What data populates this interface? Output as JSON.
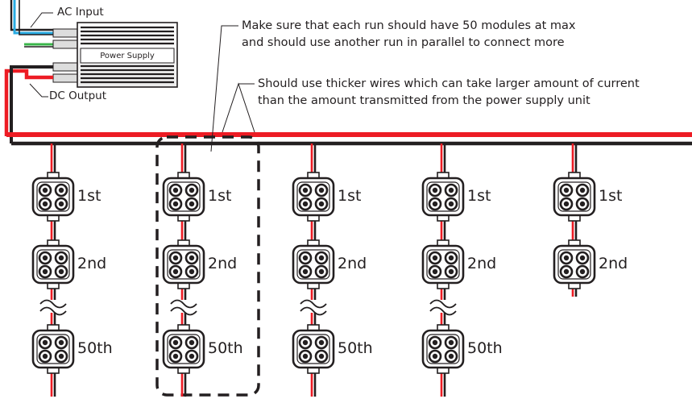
{
  "power_supply": {
    "label": "Power Supply"
  },
  "callouts": {
    "ac_input": "AC Input",
    "dc_output": "DC Output"
  },
  "notes": {
    "max_modules_line1": "Make sure that each run should have 50 modules at max",
    "max_modules_line2": "and should use another run in parallel to connect more",
    "thicker_wires_line1": "Should use thicker wires which can take larger amount of current",
    "thicker_wires_line2": "than the amount transmitted from the power supply unit"
  },
  "runs": [
    {
      "labels": [
        "1st",
        "2nd",
        "50th"
      ]
    },
    {
      "labels": [
        "1st",
        "2nd",
        "50th"
      ]
    },
    {
      "labels": [
        "1st",
        "2nd",
        "50th"
      ]
    },
    {
      "labels": [
        "1st",
        "2nd",
        "50th"
      ]
    },
    {
      "labels": [
        "1st",
        "2nd"
      ]
    }
  ],
  "colors": {
    "positive_wire": "#ed1c24",
    "negative_wire": "#231f20",
    "ac_blue": "#29abe2",
    "ac_green": "#39b54a",
    "highlight_box": "#231f20"
  },
  "icons": {
    "module": "led-module-icon",
    "break": "wire-break-icon"
  }
}
